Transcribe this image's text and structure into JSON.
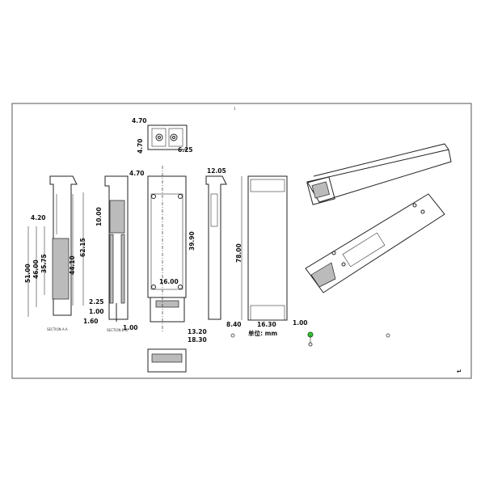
{
  "drawing": {
    "page_marker": "1",
    "section_label": "SECTION A-A",
    "section_label_2": "SECTION B-B",
    "units_note": "单位: mm",
    "paragraph_mark": "↵",
    "dimensions": {
      "connector_width": "4.70",
      "connector_height": "4.70",
      "connector_pitch": "6.25",
      "side_top_offset": "4.20",
      "len_51": "51.00",
      "len_46": "46.00",
      "len_35": "35.75",
      "len_44": "44.10",
      "len_62": "62.15",
      "section_top": "4.70",
      "section_10": "10.00",
      "section_225": "2.25",
      "section_100": "1.00",
      "section_160": "1.60",
      "section_bottom": "1.00",
      "front_39": "39.90",
      "front_16": "16.00",
      "front_13": "13.20",
      "front_18": "18.30",
      "side2_top": "12.05",
      "side2_bottom": "8.40",
      "back_78": "78.00",
      "back_16": "16.30",
      "back_1": "1.00"
    }
  }
}
